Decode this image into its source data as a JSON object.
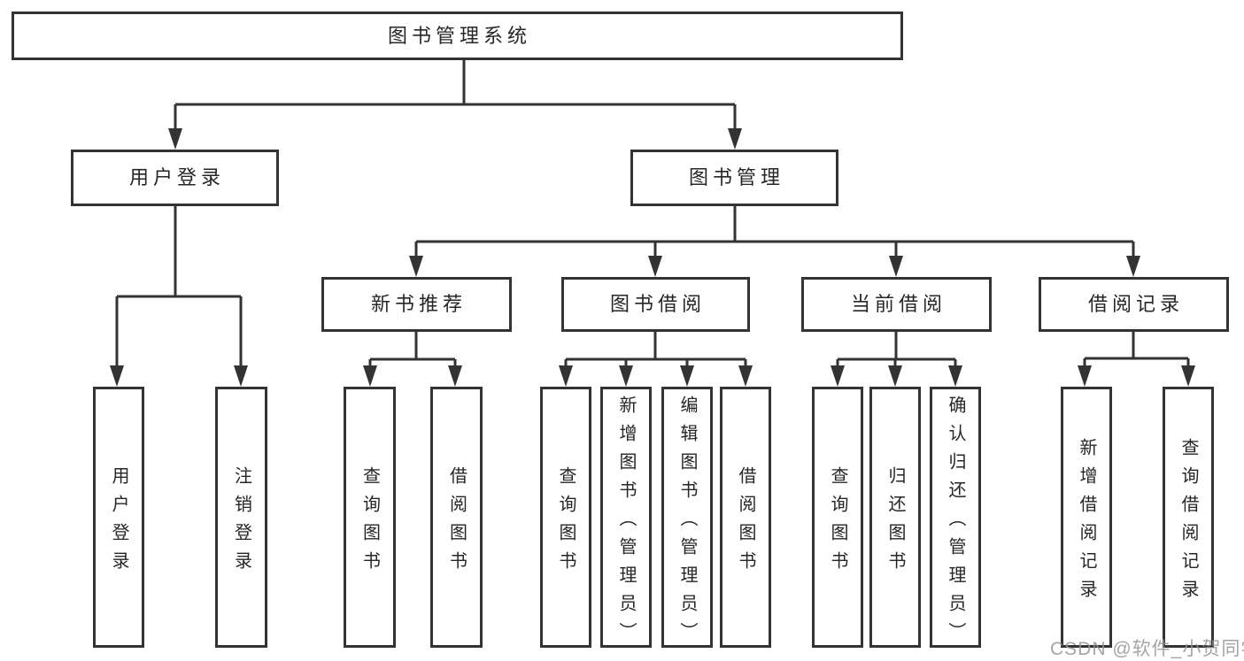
{
  "tree": {
    "root": {
      "label": "图书管理系统",
      "children": [
        {
          "label": "用户登录",
          "children": [
            {
              "label": "用户登录"
            },
            {
              "label": "注销登录"
            }
          ]
        },
        {
          "label": "图书管理",
          "children": [
            {
              "label": "新书推荐",
              "children": [
                {
                  "label": "查询图书"
                },
                {
                  "label": "借阅图书"
                }
              ]
            },
            {
              "label": "图书借阅",
              "children": [
                {
                  "label": "查询图书"
                },
                {
                  "label": "新增图书（管理员）"
                },
                {
                  "label": "编辑图书（管理员）"
                },
                {
                  "label": "借阅图书"
                }
              ]
            },
            {
              "label": "当前借阅",
              "children": [
                {
                  "label": "查询图书"
                },
                {
                  "label": "归还图书"
                },
                {
                  "label": "确认归还（管理员）"
                }
              ]
            },
            {
              "label": "借阅记录",
              "children": [
                {
                  "label": "新增借阅记录"
                },
                {
                  "label": "查询借阅记录"
                }
              ]
            }
          ]
        }
      ]
    }
  },
  "watermark": {
    "text": "CSDN @软件_小贺同学"
  },
  "colors": {
    "line": "#333333",
    "box_border": "#333333",
    "box_fill": "#ffffff",
    "text": "#262626",
    "watermark": "#949494",
    "background": "#ffffff"
  }
}
